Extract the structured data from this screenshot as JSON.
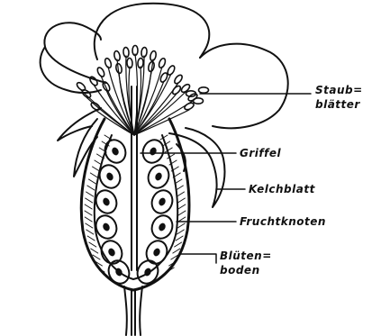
{
  "diagram": {
    "labels": {
      "stamens_line1": "Staub=",
      "stamens_line2": "blätter",
      "style": "Griffel",
      "sepal": "Kelchblatt",
      "ovary": "Fruchtknoten",
      "receptacle_line1": "Blüten=",
      "receptacle_line2": "boden"
    },
    "ink_color": "#111111",
    "background_color": "#ffffff"
  }
}
